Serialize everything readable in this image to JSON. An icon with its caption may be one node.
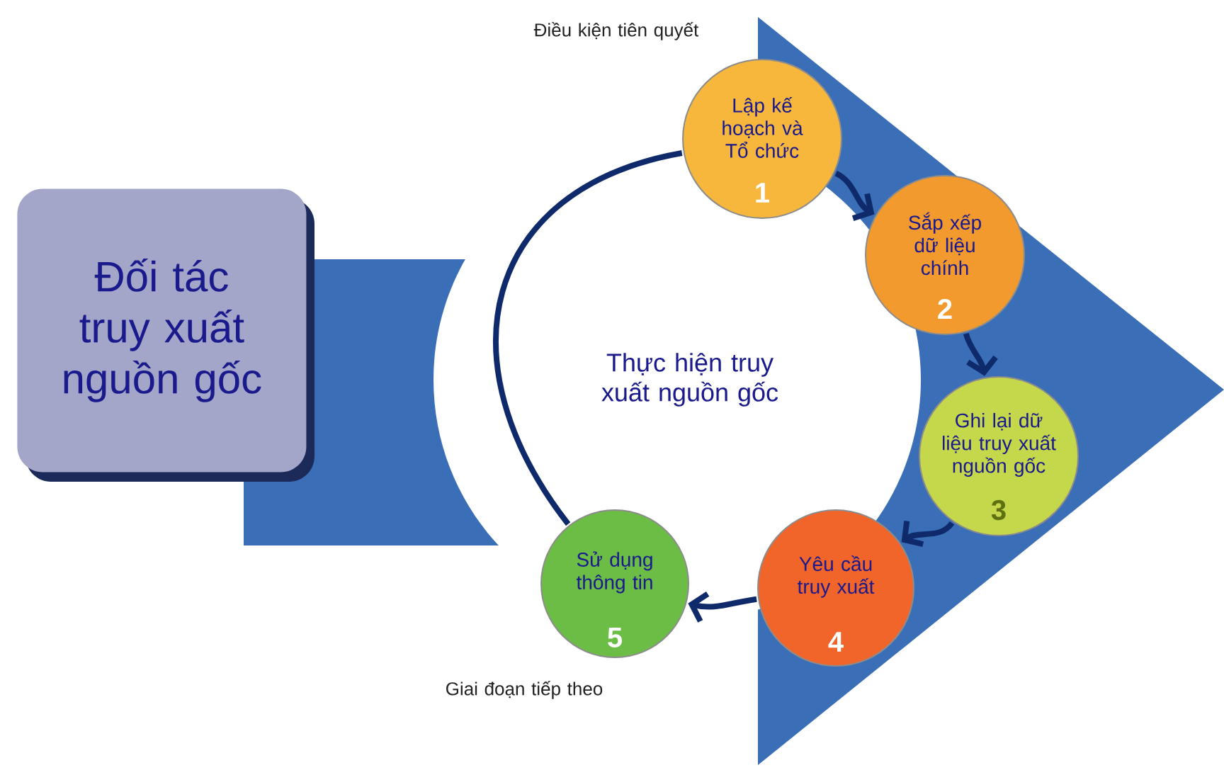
{
  "diagram": {
    "nodes": [
      {
        "text": [
          "Đối tác truy xuất nguồn gốc"
        ]
      },
      {
        "text": [
          "Lập kế hoạch và Tổ chức",
          "1"
        ]
      },
      {
        "text": [
          "Sắp xếp dữ liệu chính",
          "2"
        ]
      },
      {
        "text": [
          "Ghi lại dữ liệu truy xuất nguồn gốc",
          "3"
        ]
      },
      {
        "text": [
          "Yêu cầu truy xuất",
          "4"
        ]
      },
      {
        "text": [
          "Sử dụng thông tin",
          "5"
        ]
      }
    ],
    "edges": [
      {
        "from": 1,
        "to": 2,
        "arrow": "to"
      },
      {
        "from": 2,
        "to": 3,
        "arrow": "to"
      },
      {
        "from": 3,
        "to": 4,
        "arrow": "to"
      },
      {
        "from": 4,
        "to": 5,
        "arrow": "to"
      },
      {
        "from": 5,
        "to": 1,
        "arrow": "none"
      }
    ],
    "labels": [
      "Điều kiện tiên quyết",
      "Thực hiện truy xuất nguồn gốc",
      "Giai đoạn tiếp theo"
    ]
  }
}
